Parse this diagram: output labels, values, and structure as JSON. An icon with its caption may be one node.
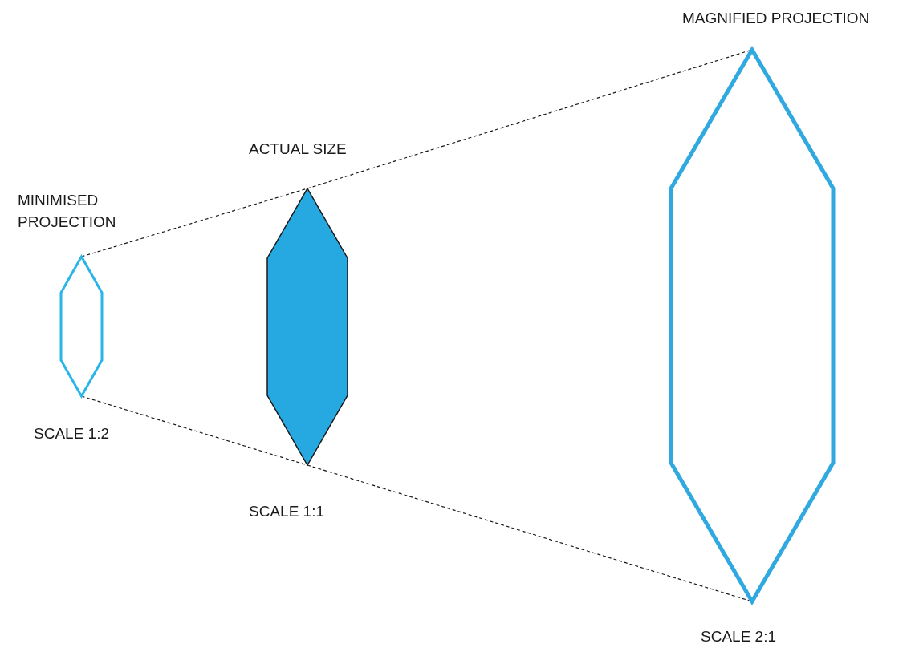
{
  "diagram": {
    "nodes": [
      {
        "text": [
          "MINIMISED PROJECTION",
          "SCALE 1:2"
        ]
      },
      {
        "text": [
          "ACTUAL SIZE",
          "SCALE 1:1"
        ]
      },
      {
        "text": [
          "MAGNIFIED PROJECTION",
          "SCALE 2:1"
        ]
      }
    ],
    "edges": [
      {
        "from": 0,
        "to": 1,
        "arrow": "none",
        "style": "dashed"
      },
      {
        "from": 1,
        "to": 2,
        "arrow": "none",
        "style": "dashed"
      },
      {
        "from": 0,
        "to": 1,
        "arrow": "none",
        "style": "dashed"
      },
      {
        "from": 1,
        "to": 2,
        "arrow": "none",
        "style": "dashed"
      }
    ]
  }
}
